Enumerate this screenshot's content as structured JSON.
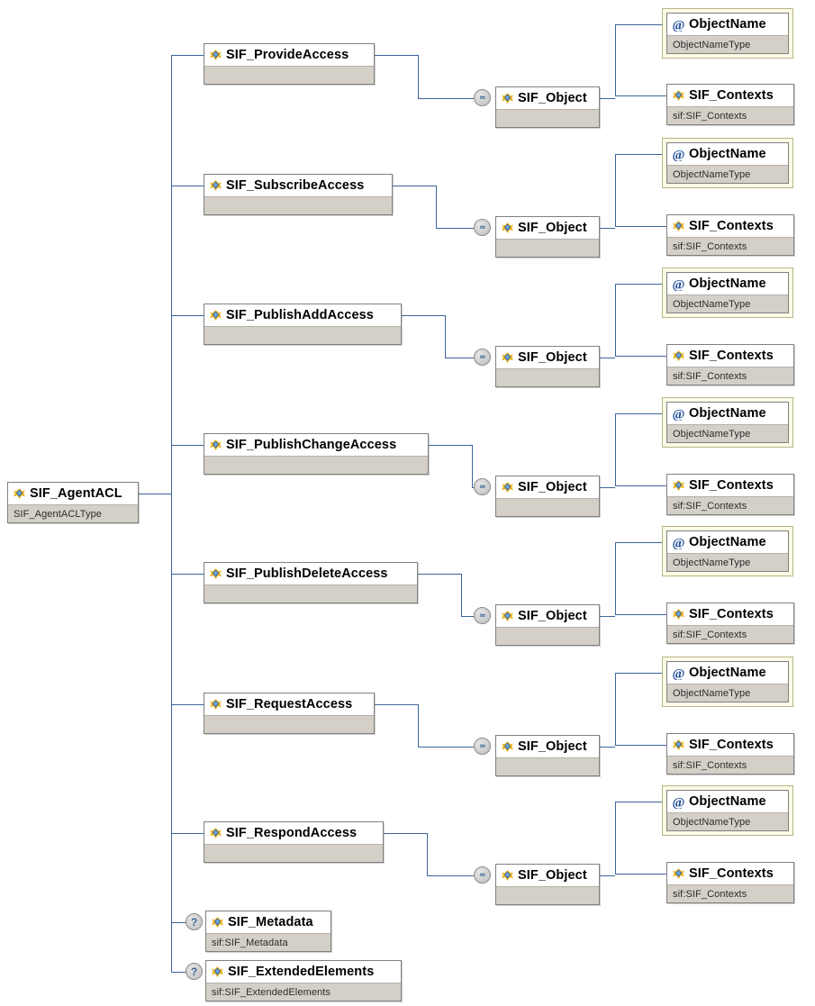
{
  "diagram": {
    "title": "SIF_AgentACL",
    "root": {
      "name": "SIF_AgentACL",
      "type": "SIF_AgentACLType",
      "icon": "element-icon"
    },
    "colors": {
      "line": "#3b6598",
      "node_border": "#808080",
      "node_title_bg": "#ffffff",
      "node_type_bg": "#d4d0c8",
      "attribute_frame_border": "#b9b487",
      "attribute_frame_bg": "#fcfbe6",
      "marker_bg": "#cfcfcf",
      "marker_glyph": "#3b6598"
    },
    "markers": {
      "repeat": "≃",
      "optional": "?"
    },
    "object_node": {
      "name": "SIF_Object",
      "type": "",
      "icon": "element-icon"
    },
    "object_children": [
      {
        "name": "ObjectName",
        "type": "ObjectNameType",
        "icon": "attribute-icon",
        "kind": "attribute"
      },
      {
        "name": "SIF_Contexts",
        "type": "sif:SIF_Contexts",
        "icon": "element-icon",
        "kind": "element"
      }
    ],
    "access_groups": [
      {
        "name": "SIF_ProvideAccess",
        "type": "",
        "icon": "element-icon"
      },
      {
        "name": "SIF_SubscribeAccess",
        "type": "",
        "icon": "element-icon"
      },
      {
        "name": "SIF_PublishAddAccess",
        "type": "",
        "icon": "element-icon"
      },
      {
        "name": "SIF_PublishChangeAccess",
        "type": "",
        "icon": "element-icon"
      },
      {
        "name": "SIF_PublishDeleteAccess",
        "type": "",
        "icon": "element-icon"
      },
      {
        "name": "SIF_RequestAccess",
        "type": "",
        "icon": "element-icon"
      },
      {
        "name": "SIF_RespondAccess",
        "type": "",
        "icon": "element-icon"
      }
    ],
    "optional_children": [
      {
        "name": "SIF_Metadata",
        "type": "sif:SIF_Metadata",
        "icon": "element-icon",
        "marker": "?"
      },
      {
        "name": "SIF_ExtendedElements",
        "type": "sif:SIF_ExtendedElements",
        "icon": "element-icon",
        "marker": "?"
      }
    ]
  }
}
